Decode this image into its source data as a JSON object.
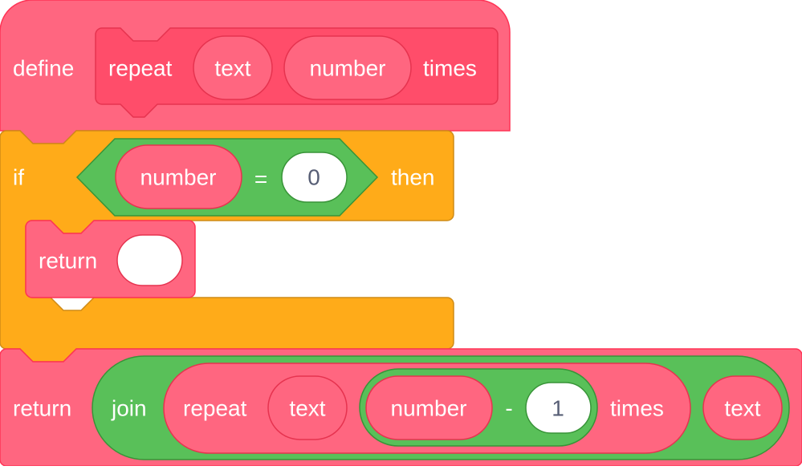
{
  "colors": {
    "custom_block": "#FF6680",
    "custom_block_dark": "#FF4D6A",
    "custom_block_border": "#FF3355",
    "control": "#FFAB19",
    "control_border": "#CF8B17",
    "operator": "#59C059",
    "operator_border": "#389438",
    "input": "#FFFFFF",
    "input_text": "#575E75"
  },
  "define_block": {
    "keyword": "define",
    "proto": {
      "word1": "repeat",
      "arg1": "text",
      "arg2": "number",
      "word2": "times"
    }
  },
  "if_block": {
    "keyword": "if",
    "condition": {
      "left": "number",
      "operator": "=",
      "right": "0"
    },
    "then": "then"
  },
  "inner_return": {
    "keyword": "return",
    "value": ""
  },
  "outer_return": {
    "keyword": "return",
    "join": {
      "label": "join",
      "call": {
        "word1": "repeat",
        "arg1": "text",
        "minus": {
          "left": "number",
          "operator": "-",
          "right": "1"
        },
        "word2": "times"
      },
      "second": "text"
    }
  }
}
